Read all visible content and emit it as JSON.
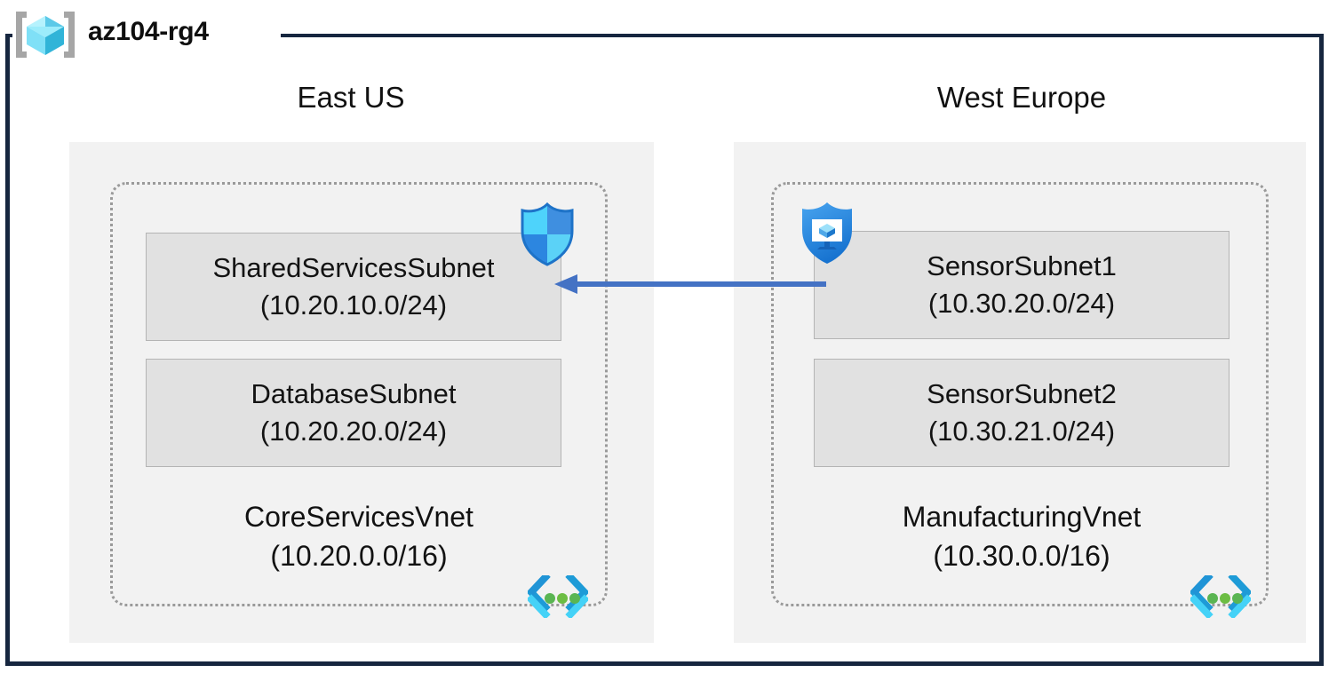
{
  "resource_group": {
    "name": "az104-rg4",
    "icon": "resource-group-cube-icon"
  },
  "colors": {
    "frame_border": "#16263f",
    "region_fill": "#f2f2f2",
    "subnet_fill": "#e1e1e1",
    "subnet_border": "#b4b4b4",
    "vnet_dotted_border": "#9a9a9a",
    "peering_arrow": "#4472c4",
    "nsg_shield_blue": "#1f8ceb",
    "vnet_icon_cyan": "#32c3f3",
    "vnet_icon_green": "#5ab552",
    "rg_icon_cube_cyan": "#7fe3fa"
  },
  "regions": [
    {
      "id": "east-us",
      "label": "East US",
      "vnet": {
        "name": "CoreServicesVnet",
        "cidr": "(10.20.0.0/16)",
        "icon": "vnet-icon",
        "subnets": [
          {
            "name": "SharedServicesSubnet",
            "cidr": "(10.20.10.0/24)",
            "attached_icon": "network-security-group-shield-icon"
          },
          {
            "name": "DatabaseSubnet",
            "cidr": "(10.20.20.0/24)",
            "attached_icon": null
          }
        ]
      }
    },
    {
      "id": "west-europe",
      "label": "West Europe",
      "vnet": {
        "name": "ManufacturingVnet",
        "cidr": "(10.30.0.0/16)",
        "icon": "vnet-icon",
        "subnets": [
          {
            "name": "SensorSubnet1",
            "cidr": "(10.30.20.0/24)",
            "attached_icon": "application-security-group-shield-icon"
          },
          {
            "name": "SensorSubnet2",
            "cidr": "(10.30.21.0/24)",
            "attached_icon": null
          }
        ]
      }
    }
  ],
  "connection": {
    "name": "vnet-peering-arrow",
    "direction": "right-to-left",
    "from": "SensorSubnet1",
    "to": "SharedServicesSubnet",
    "label": ""
  }
}
